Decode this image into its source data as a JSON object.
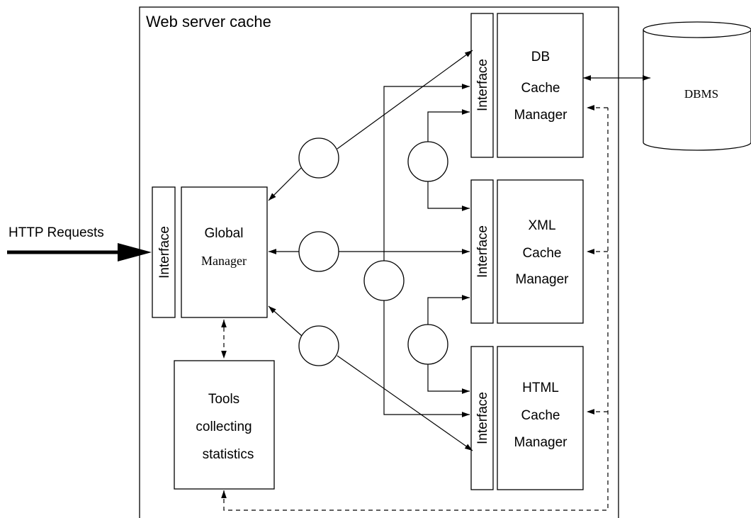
{
  "container": {
    "title": "Web server cache"
  },
  "external": {
    "http_requests": "HTTP Requests",
    "dbms": "DBMS"
  },
  "interface_label": "Interface",
  "global_manager": {
    "line1": "Global",
    "line2": "Manager"
  },
  "tools": {
    "line1": "Tools",
    "line2": "collecting",
    "line3": "statistics"
  },
  "db_manager": {
    "line1": "DB",
    "line2": "Cache",
    "line3": "Manager"
  },
  "xml_manager": {
    "line1": "XML",
    "line2": "Cache",
    "line3": "Manager"
  },
  "html_manager": {
    "line1": "HTML",
    "line2": "Cache",
    "line3": "Manager"
  }
}
